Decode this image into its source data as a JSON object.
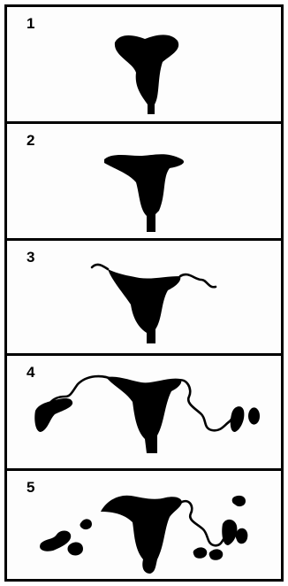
{
  "panels": [
    {
      "number": "1",
      "stage_icon": "uterus-stage-1-icon"
    },
    {
      "number": "2",
      "stage_icon": "uterus-stage-2-icon"
    },
    {
      "number": "3",
      "stage_icon": "uterus-stage-3-icon"
    },
    {
      "number": "4",
      "stage_icon": "uterus-stage-4-icon"
    },
    {
      "number": "5",
      "stage_icon": "uterus-stage-5-icon"
    }
  ],
  "colors": {
    "ink": "#000000",
    "background": "#ffffff"
  }
}
